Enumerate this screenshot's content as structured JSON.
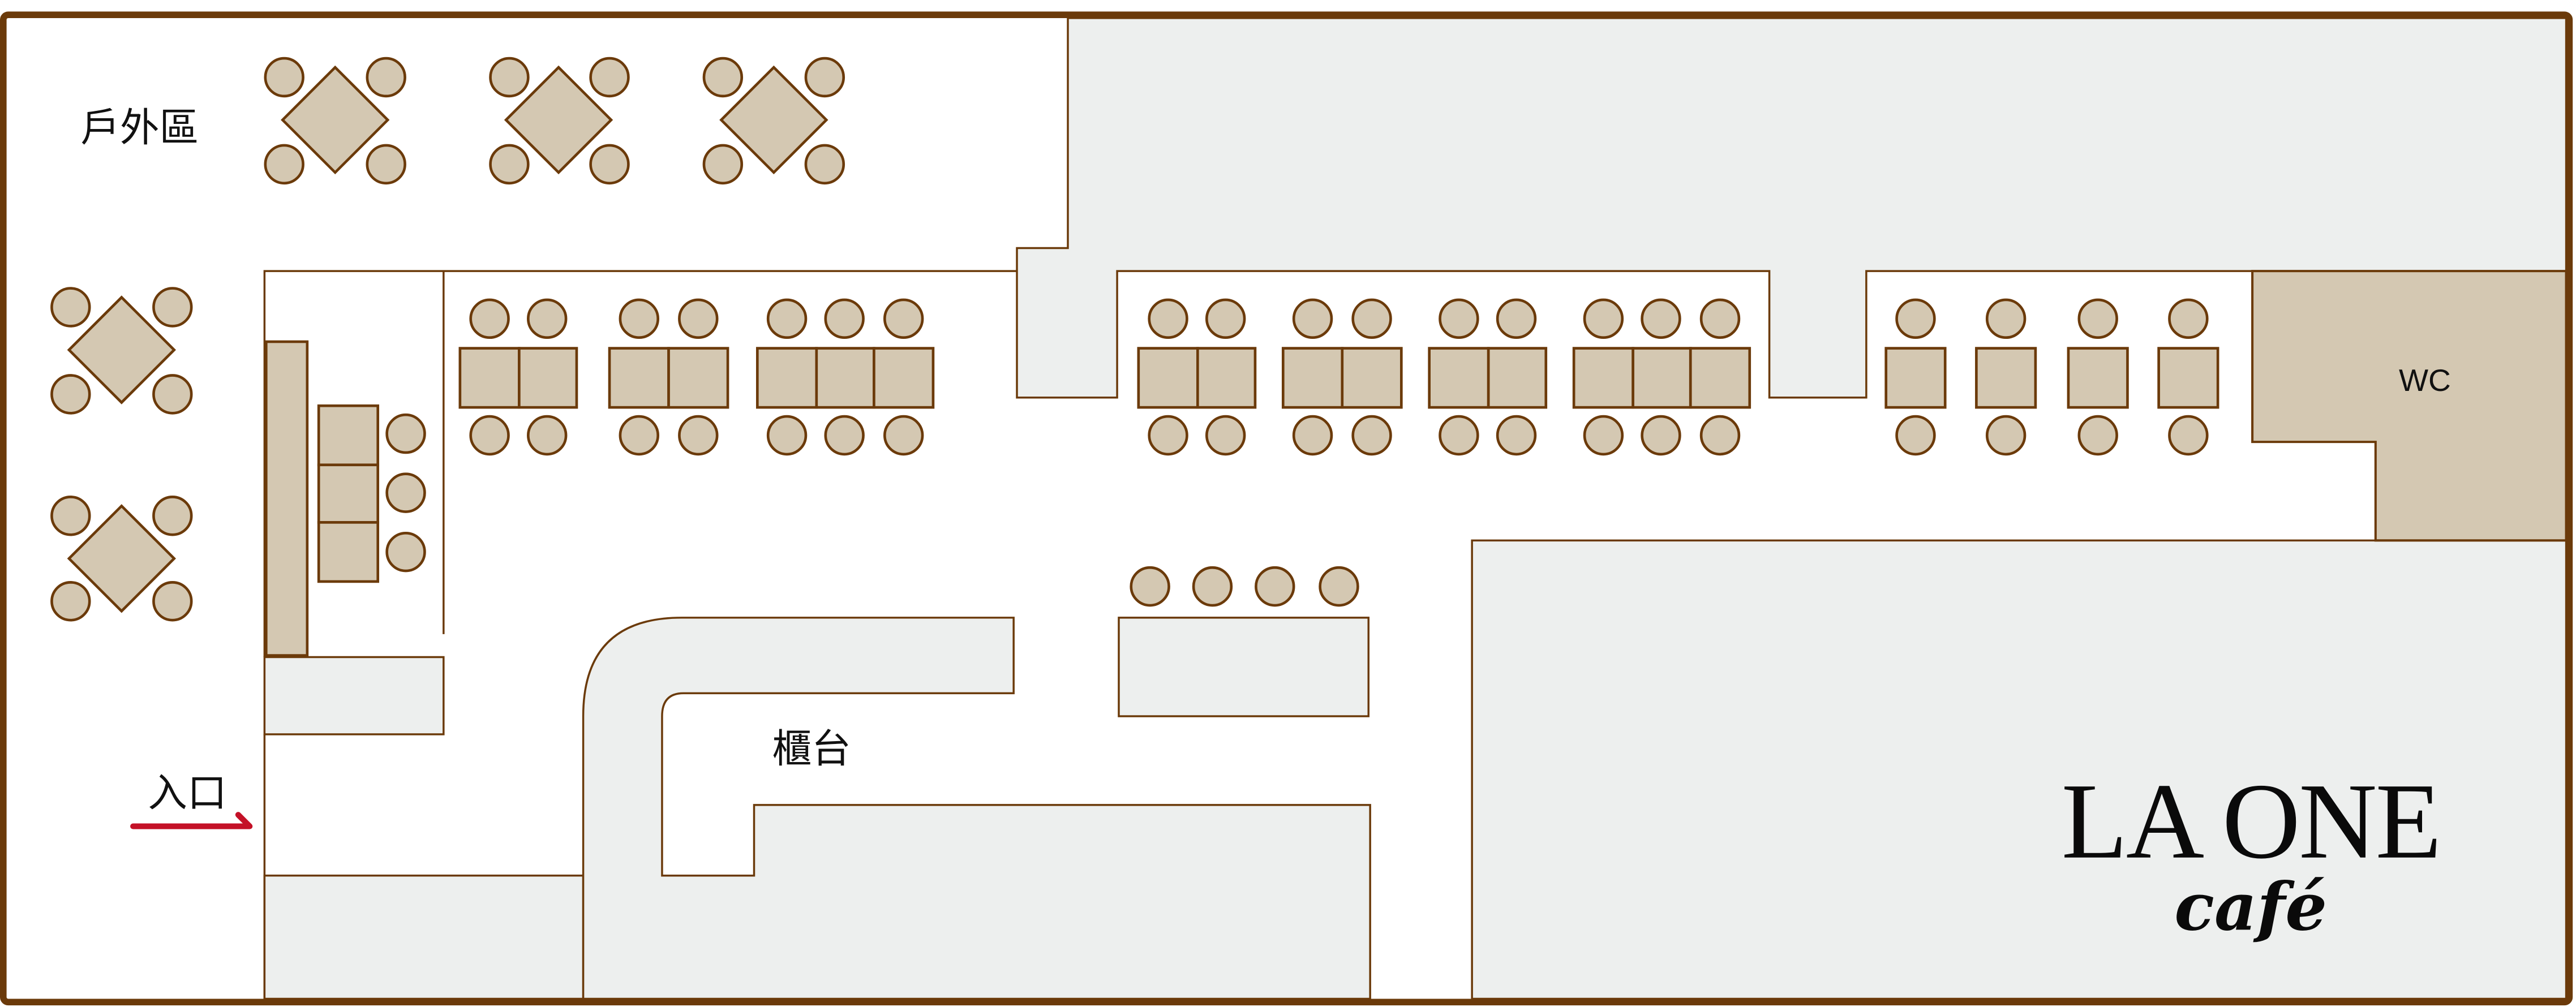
{
  "floorplan": {
    "labels": {
      "outdoor": "戶外區",
      "entrance": "入口",
      "counter": "櫃台",
      "restroom": "WC"
    },
    "logo": {
      "name": "LA ONE",
      "subtitle": "café"
    },
    "colors": {
      "wall": "#6b3a0a",
      "furniture": "#d4c8b2",
      "inaccessible": "#edefee",
      "floor": "#ffffff",
      "entrance_arrow": "#c41127"
    },
    "seating": {
      "outdoor_top_tables": 3,
      "outdoor_left_tables": 2,
      "chairs_per_outdoor_table": 4,
      "bench_side_stools": 3,
      "inner_row_groups": [
        {
          "tables": 2,
          "chairs": 4
        },
        {
          "tables": 2,
          "chairs": 4
        },
        {
          "tables": 3,
          "chairs": 6
        },
        {
          "tables": 2,
          "chairs": 4
        },
        {
          "tables": 2,
          "chairs": 4
        },
        {
          "tables": 2,
          "chairs": 4
        },
        {
          "tables": 3,
          "chairs": 6
        },
        {
          "tables": 1,
          "chairs": 2
        },
        {
          "tables": 1,
          "chairs": 2
        },
        {
          "tables": 1,
          "chairs": 2
        },
        {
          "tables": 1,
          "chairs": 2
        }
      ],
      "bar_stools": 4
    }
  }
}
